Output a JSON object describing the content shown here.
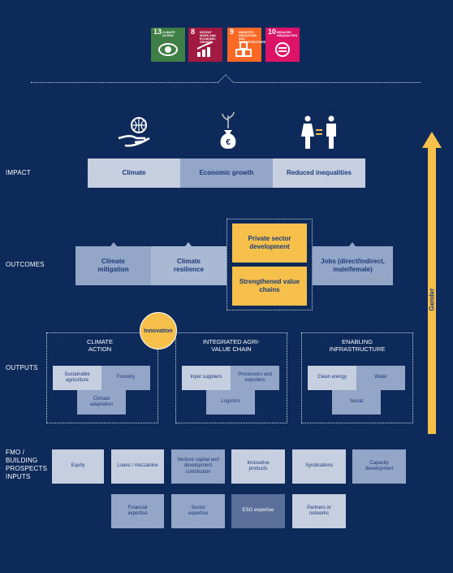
{
  "sdgs": [
    {
      "num": "13",
      "text": "Climate action",
      "color": "#3f7e44"
    },
    {
      "num": "8",
      "text": "Decent work and economic growth",
      "color": "#a21942"
    },
    {
      "num": "9",
      "text": "Industry, innovation and infrastructure",
      "color": "#fd6925"
    },
    {
      "num": "10",
      "text": "Reduced inequalities",
      "color": "#dd1367"
    }
  ],
  "rows": {
    "impact": "IMPACT",
    "outcomes": "OUTCOMES",
    "outputs": "OUTPUTS",
    "inputs": "FMO / BUILDING PROSPECTS INPUTS"
  },
  "impact": [
    "Climate",
    "Economic growth",
    "Reduced inequalities"
  ],
  "outcomes": {
    "climate_mitigation": "Climate mitigation",
    "climate_resilience": "Climate resilience",
    "private_sector": "Private sector development",
    "value_chains": "Strengthened value chains",
    "jobs": "Jobs (direct/indirect, male/female)"
  },
  "outputs": {
    "innovation": "Innovation",
    "climate_action": {
      "title": "CLIMATE ACTION",
      "items": [
        "Sustainable agriculture",
        "Forestry",
        "Climate adaptation"
      ]
    },
    "agri": {
      "title": "INTEGRATED AGRI-VALUE CHAIN",
      "items": [
        "Input suppliers",
        "Processors and exporters",
        "Logistics"
      ]
    },
    "infra": {
      "title": "ENABLING INFRASTRUCTURE",
      "items": [
        "Clean energy",
        "Water",
        "Social"
      ]
    }
  },
  "inputs": {
    "row1": [
      "Equity",
      "Loans / mezzanine",
      "Venture capital and development contribution",
      "Innovative products",
      "Syndications",
      "Capacity development"
    ],
    "row2": [
      "Financial expertise",
      "Sector expertise",
      "ESG expertise",
      "Partners or networks"
    ]
  },
  "gender": "Gender",
  "colors": {
    "background": "#0e2a5a",
    "light_box": "#c6cfe0",
    "mid_box": "#94a6c7",
    "yellow": "#f6c04a"
  }
}
